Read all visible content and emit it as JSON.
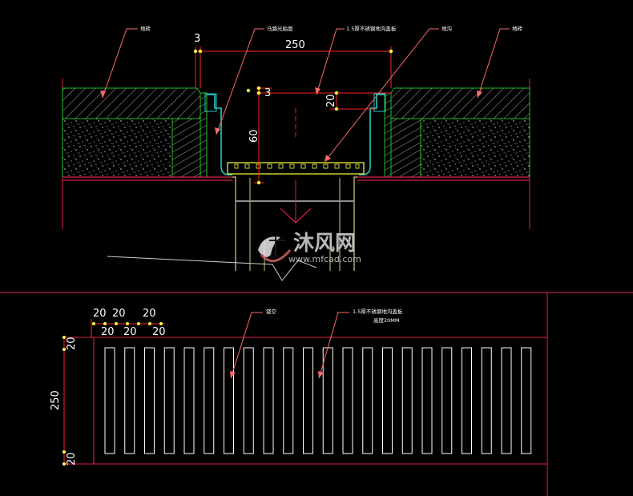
{
  "section": {
    "callouts": {
      "left_stone": "地砖",
      "sealant": "马路光贴面",
      "cover_plate": "1.5厚不锈钢地沟盖板",
      "gutter": "地沟",
      "right_stone": "地砖"
    },
    "dims": {
      "gap": "3",
      "width": "250",
      "depth": "60",
      "rim": "20",
      "small": "3"
    }
  },
  "plan": {
    "callouts": {
      "slot": "镂空",
      "plate_line1": "1.5厚不锈钢地沟盖板",
      "plate_line2": "高度20MM"
    },
    "dims": {
      "top_row": [
        "20",
        "20",
        "20"
      ],
      "bottom_row": [
        "20",
        "20",
        "20"
      ],
      "height": "250",
      "edge_top": "20",
      "edge_bottom": "20"
    }
  },
  "watermark": {
    "brand_cn": "沐风网",
    "url": "www.mfcad.com"
  },
  "colors": {
    "background": "#000000",
    "outline": "#e0204a",
    "layer_green": "#20c020",
    "cover": "#ffff40",
    "callout": "#ff6a6a",
    "dimension": "#ff2020",
    "hatch": "#ffffff",
    "sealant": "#20c8c8"
  }
}
